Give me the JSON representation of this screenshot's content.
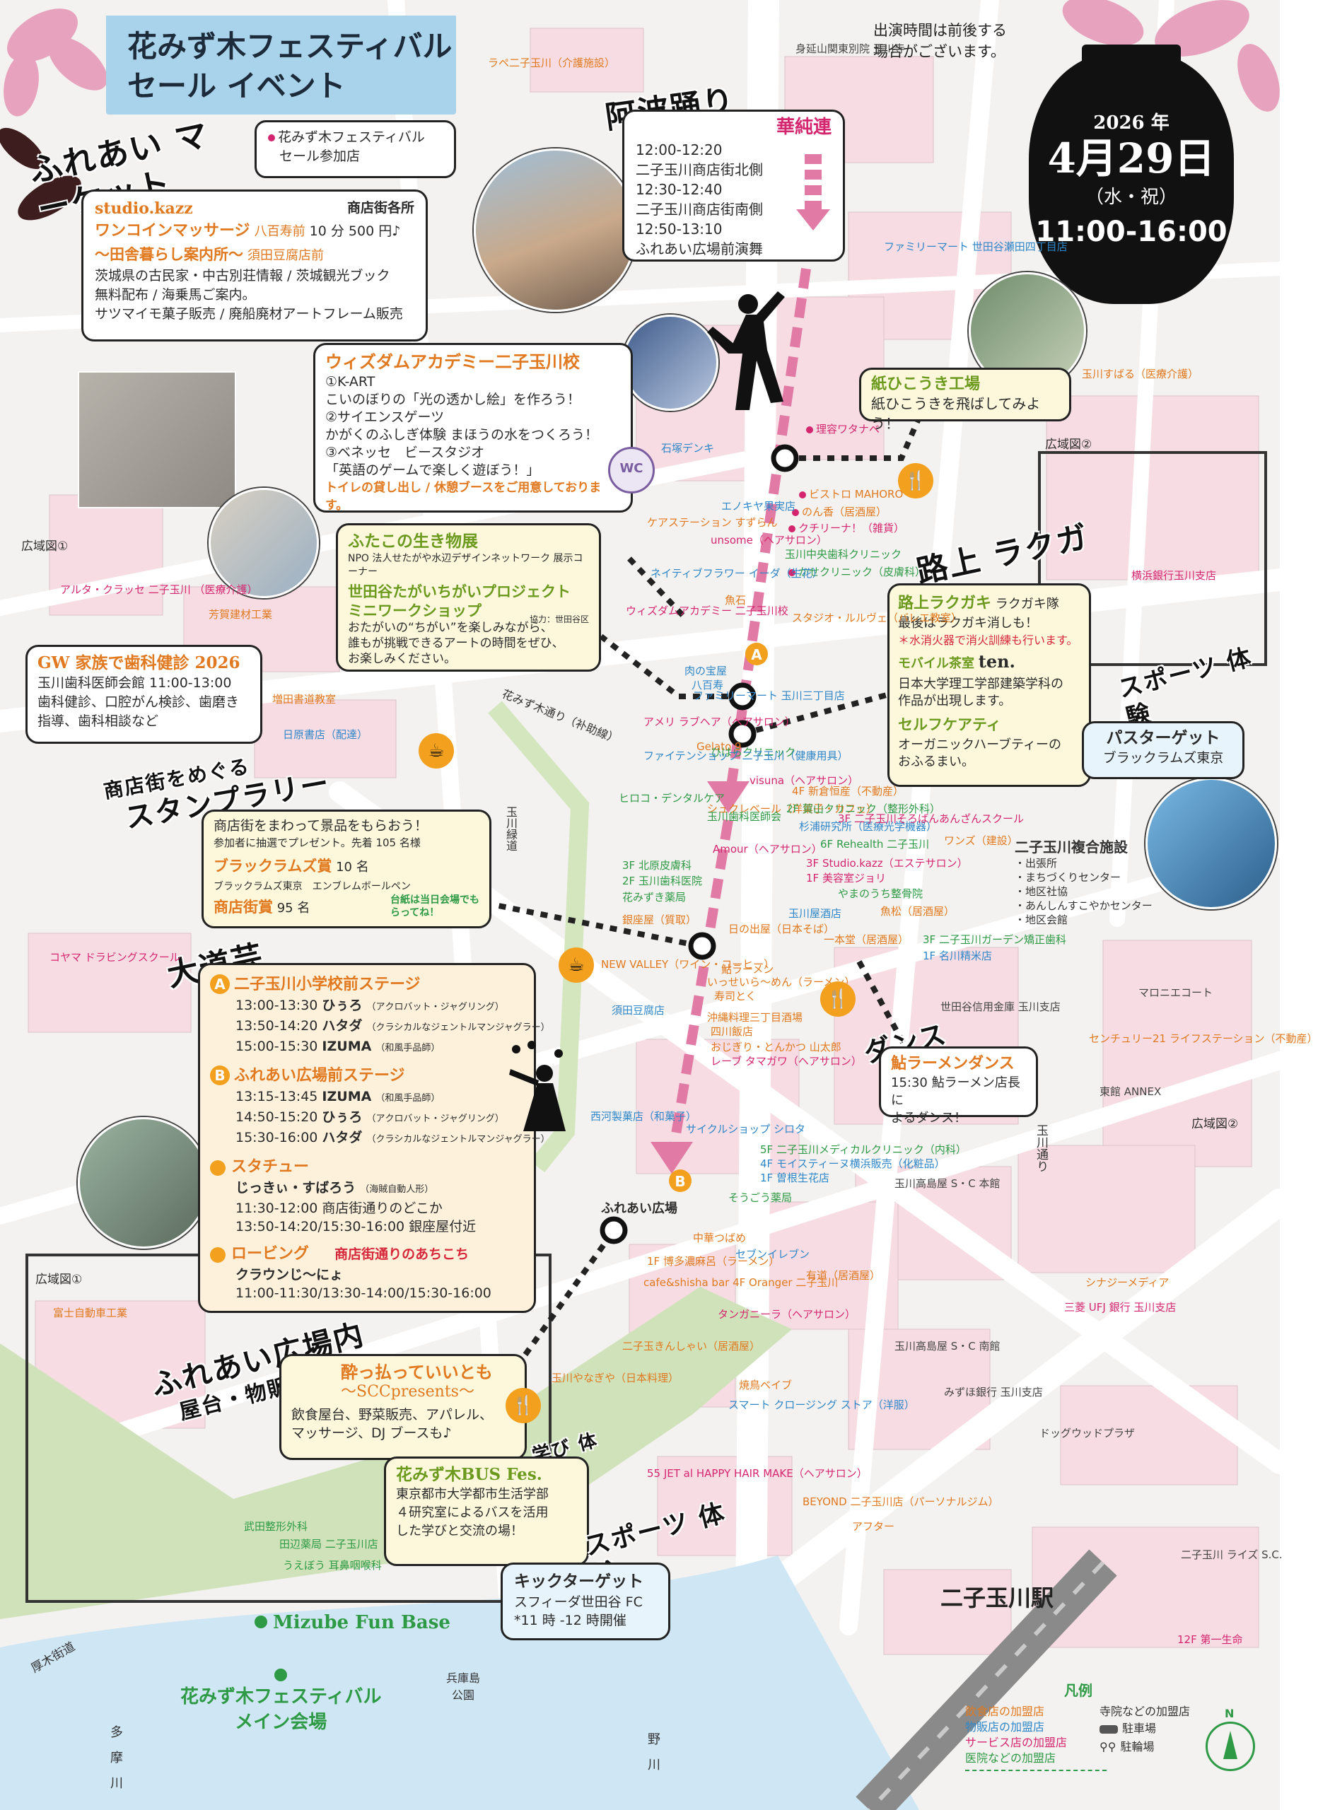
{
  "title": {
    "line1": "花みず木フェスティバル",
    "line2": "セール イベント"
  },
  "lantern": {
    "year": "2026 年",
    "date": "4月29日",
    "weekday": "（水・祝）",
    "time": "11:00-16:00"
  },
  "notice": {
    "line1": "出演時間は前後する",
    "line2": "場合がございます。"
  },
  "legend_participant": {
    "line1": "花みず木フェスティバル",
    "line2": "セール参加店"
  },
  "fureai_market": {
    "title": "ふれあい マーケット",
    "location": "商店街各所",
    "item1_name": "studio.kazz",
    "item1_sub": "ワンコインマッサージ",
    "item1_shop": "八百寿前",
    "item1_price": "10 分 500 円♪",
    "item2_name": "〜田舎暮らし案内所〜",
    "item2_shop": "須田豆腐店前",
    "lines": [
      "茨城県の古民家・中古別荘情報 / 茨城観光ブック",
      "無料配布 / 海乗馬ご案内。",
      "サツマイモ菓子販売 / 廃船廃材アートフレーム販売"
    ]
  },
  "awa_odori": {
    "title": "阿波踊り",
    "group": "華純連",
    "lines": [
      "12:00-12:20",
      "二子玉川商店街北側",
      "12:30-12:40",
      "二子玉川商店街南側",
      "12:50-13:10",
      "ふれあい広場前演舞"
    ]
  },
  "wisdom": {
    "title": "ウィズダムアカデミー二子玉川校",
    "lines": [
      "①K-ART",
      "こいのぼりの「光の透かし絵」を作ろう！",
      "②サイエンスゲーツ",
      "かがくのふしぎ体験 まほうの水をつくろう！",
      "③ベネッセ　ビースタジオ",
      "「英語のゲームで楽しく遊ぼう！」"
    ],
    "note": "トイレの貸し出し / 休憩ブースをご用意しております。",
    "wc": "WC"
  },
  "kamihikouki": {
    "title": "紙ひこうき工場",
    "text": "紙ひこうきを飛ばしてみよう！"
  },
  "futako": {
    "title": "ふたこの生き物展",
    "sub": "NPO 法人せたがや水辺デザインネットワーク 展示コーナー",
    "title2": "世田谷たがいちがいプロジェクト ミニワークショップ",
    "coop": "協力：世田谷区",
    "lines": [
      "おたがいの“ちがい”を楽しみながら、",
      "誰もが挑戦できるアートの時間をぜひ、",
      "お楽しみください。"
    ]
  },
  "gw": {
    "title": "GW 家族で歯科健診 2026",
    "lines": [
      "玉川歯科医師会館 11:00-13:00",
      "歯科健診、口腔がん検診、歯磨き",
      "指導、歯科相談など"
    ]
  },
  "rakugaki": {
    "brush": "路上 ラクガキ",
    "title": "路上ラクガキ",
    "group": "ラクガキ隊",
    "line1": "最後はラクガキ消しも！",
    "line2": "＊水消火器で消火訓練も行います。",
    "cafe_label": "モバイル茶室",
    "cafe_name": "ten.",
    "cafe_lines": [
      "日本大学理工学部建築学科の",
      "作品が出現します。"
    ],
    "self_title": "セルフケアティ",
    "self_lines": [
      "オーガニックハーブティーの",
      "おふるまい。"
    ]
  },
  "sports1": {
    "brush": "スポーツ 体験",
    "title": "パスターゲット",
    "text": "ブラックラムズ東京"
  },
  "stamp": {
    "brush1": "商店街をめぐる",
    "brush2": "スタンプラリー",
    "line1": "商店街をまわって景品をもらおう！",
    "line2": "参加者に抽選でプレゼント。先着 105 名様",
    "prize1": "ブラックラムズ賞",
    "prize1_n": "10 名",
    "prize1_sub": "ブラックラムズ東京　エンブレムボールペン",
    "prize2": "商店街賞",
    "prize2_n": "95 名",
    "note": "台紙は当日会場でもらってね！"
  },
  "daidougei": {
    "brush": "大道芸",
    "stageA": "二子玉川小学校前ステージ",
    "badgeA": "A",
    "a_rows": [
      {
        "time": "13:00-13:30",
        "name": "ひぅろ",
        "note": "（アクロバット・ジャグリング）"
      },
      {
        "time": "13:50-14:20",
        "name": "ハタダ",
        "note": "（クラシカルなジェントルマンジャグラー）"
      },
      {
        "time": "15:00-15:30",
        "name": "IZUMA",
        "note": "（和風手品師）"
      }
    ],
    "stageB": "ふれあい広場前ステージ",
    "badgeB": "B",
    "b_rows": [
      {
        "time": "13:15-13:45",
        "name": "IZUMA",
        "note": "（和風手品師）"
      },
      {
        "time": "14:50-15:20",
        "name": "ひぅろ",
        "note": "（アクロバット・ジャグリング）"
      },
      {
        "time": "15:30-16:00",
        "name": "ハタダ",
        "note": "（クラシカルなジェントルマンジャグラー）"
      }
    ],
    "statue": "スタチュー",
    "statue_name": "じっきぃ・すばろう",
    "statue_note": "（海賊自動人形）",
    "statue_l1": "11:30-12:00 商店街通りのどこか",
    "statue_l2": "13:50-14:20/15:30-16:00 銀座屋付近",
    "roving": "ロービング",
    "roving_where": "商店街通りのあちこち",
    "roving_name": "クラウンじ〜にょ",
    "roving_time": "11:00-11:30/13:30-14:00/15:30-16:00"
  },
  "ramen": {
    "brush": "ダンス",
    "title": "鮎ラーメンダンス",
    "lines": [
      "15:30 鮎ラーメン店長に",
      "よるダンス！"
    ]
  },
  "fureai_hiroba": {
    "brush1": "ふれあい広場内",
    "brush2": "屋台・物販・DJ",
    "title": "酔っ払っていいとも",
    "sub": "〜SCCpresents〜",
    "lines": [
      "飲食屋台、野菜販売、アパレル、",
      "マッサージ、DJ ブースも♪"
    ]
  },
  "bus": {
    "brush": "学び 体験",
    "title": "花みず木BUS Fes.",
    "lines": [
      "東京都市大学都市生活学部",
      "４研究室によるバスを活用",
      "した学びと交流の場！"
    ]
  },
  "sports2": {
    "brush": "スポーツ 体験",
    "title": "キックターゲット",
    "lines": [
      "スフィーダ世田谷 FC",
      "*11 時 -12 時開催"
    ]
  },
  "complex": {
    "title": "二子玉川複合施設",
    "items": [
      "・出張所",
      "・まちづくりセンター",
      "・地区社協",
      "・あんしんすこやかセンター",
      "・地区会館"
    ]
  },
  "places": {
    "mizube": "Mizube Fun Base",
    "main1": "花みず木フェスティバル",
    "main2": "メイン会場",
    "station": "二子玉川駅",
    "hiroba": "ふれあい広場",
    "kouiki1": "広域図①",
    "kouiki2": "広域図②",
    "kouiki1b": "広域図①",
    "kouiki2b": "広域図②",
    "road_tamagawa": "玉川通り",
    "road_atsugi": "厚木街道",
    "river": "多　摩　川",
    "nogawa": "野　川",
    "hyogo": "兵庫島 公園",
    "hanamizuki_road": "花みず木通り（补助線）",
    "tamagawa_ryokudo": "玉川緑道"
  },
  "shops_left": [
    {
      "t": "ラペ二子玉川（介護施設）",
      "c": "orange"
    },
    {
      "t": "身延山関東別院 玉川寺",
      "c": "dark"
    },
    {
      "t": "アルタ・クラッセ 二子玉川 （医療介護）",
      "c": "pink"
    },
    {
      "t": "芳賀建材工業",
      "c": "orange"
    },
    {
      "t": "増田書道教室",
      "c": "orange"
    },
    {
      "t": "日原書店（配達）",
      "c": "blue"
    },
    {
      "t": "コヤマ ドラビングスクール",
      "c": "pink"
    },
    {
      "t": "富士自動車工業",
      "c": "orange"
    },
    {
      "t": "武田整形外科",
      "c": "green"
    },
    {
      "t": "田辺薬局 二子玉川店",
      "c": "green"
    },
    {
      "t": "うえぼう 耳鼻咽喉科",
      "c": "green"
    }
  ],
  "shops_center": [
    {
      "t": "理容ワタナベ",
      "c": "pink",
      "d": true
    },
    {
      "t": "石塚デンキ",
      "c": "blue"
    },
    {
      "t": "ビストロ MAHORO",
      "c": "orange",
      "d": true
    },
    {
      "t": "のん香（居酒屋）",
      "c": "orange",
      "d": true
    },
    {
      "t": "エノキヤ果実店",
      "c": "blue"
    },
    {
      "t": "クチリーナ！（雑貨）",
      "c": "pink",
      "d": true
    },
    {
      "t": "ケアステーション すずらん",
      "c": "orange"
    },
    {
      "t": "unsome（ヘアサロン）",
      "c": "pink"
    },
    {
      "t": "玉川中央歯科クリニック",
      "c": "green"
    },
    {
      "t": "かせクリニック（皮膚科）",
      "c": "green",
      "d": true
    },
    {
      "t": "ネイティブフラワー イーダ（生花）",
      "c": "blue"
    },
    {
      "t": "魚石",
      "c": "orange"
    },
    {
      "t": "スタジオ・ルルヴェ（バレエ教室）",
      "c": "orange"
    },
    {
      "t": "ウィズダムアカデミー 二子玉川校",
      "c": "pink"
    },
    {
      "t": "肉の宝屋",
      "c": "blue"
    },
    {
      "t": "八百寿",
      "c": "blue"
    },
    {
      "t": "アメリ ラブヘア（ヘアサロン）",
      "c": "pink"
    },
    {
      "t": "Gelato 9",
      "c": "orange"
    },
    {
      "t": "ファミリーマート 玉川三丁目店",
      "c": "blue"
    },
    {
      "t": "ひはらクリニック",
      "c": "green"
    },
    {
      "t": "ファイテンショップ 二子玉川（健康用具）",
      "c": "blue"
    },
    {
      "t": "ヒロコ・デンタルケア",
      "c": "green"
    },
    {
      "t": "シュクレベール（洋菓子・カフェ）",
      "c": "orange"
    },
    {
      "t": "visuna（ヘアサロン）",
      "c": "pink"
    },
    {
      "t": "4F 新倉恒産（不動産）",
      "c": "orange"
    },
    {
      "t": "2F 賀山クリニック（整形外科）",
      "c": "green"
    },
    {
      "t": "玉川歯科医師会",
      "c": "green"
    },
    {
      "t": "杉浦研究所（医療光学機器）",
      "c": "blue"
    },
    {
      "t": "3F 二子玉川そろばんあんざんスクール",
      "c": "pink"
    },
    {
      "t": "6F Rehealth 二子玉川",
      "c": "green"
    },
    {
      "t": "3F Studio.kazz（エステサロン）",
      "c": "pink"
    },
    {
      "t": "1F 美容室ジョリ",
      "c": "pink"
    },
    {
      "t": "ワンズ（建設）",
      "c": "orange"
    },
    {
      "t": "Amour（ヘアサロン）",
      "c": "pink"
    },
    {
      "t": "3F 北原皮膚科",
      "c": "green"
    },
    {
      "t": "2F 玉川歯科医院",
      "c": "green"
    },
    {
      "t": "花みずき薬局",
      "c": "green"
    },
    {
      "t": "やまのうち整骨院",
      "c": "green"
    },
    {
      "t": "玉川屋酒店",
      "c": "blue"
    },
    {
      "t": "魚松（居酒屋）",
      "c": "orange"
    },
    {
      "t": "銀座屋（質取）",
      "c": "orange"
    },
    {
      "t": "日の出屋（日本そば）",
      "c": "orange"
    },
    {
      "t": "3F 二子玉川ガーデン矯正歯科",
      "c": "green"
    },
    {
      "t": "1F 名川精米店",
      "c": "blue"
    },
    {
      "t": "NEW VALLEY（ワイン・コーヒー）",
      "c": "orange"
    },
    {
      "t": "一本堂（居酒屋）",
      "c": "orange"
    },
    {
      "t": "鮎ラーメン",
      "c": "orange"
    },
    {
      "t": "いっせいら〜めん（ラーメン）",
      "c": "orange"
    },
    {
      "t": "寿司とく",
      "c": "orange"
    },
    {
      "t": "須田豆腐店",
      "c": "blue"
    },
    {
      "t": "沖縄料理三丁目酒場",
      "c": "orange"
    },
    {
      "t": "四川飯店",
      "c": "orange"
    },
    {
      "t": "おじぎり・とんかつ 山太郎",
      "c": "orange"
    },
    {
      "t": "レーブ タマガワ（ヘアサロン）",
      "c": "pink"
    },
    {
      "t": "西河製菓店（和菓子）",
      "c": "blue"
    },
    {
      "t": "サイクルショップ シロタ",
      "c": "blue"
    },
    {
      "t": "5F 二子玉川メディカルクリニック（内科）",
      "c": "green"
    },
    {
      "t": "4F モイスティーヌ横浜販売（化粧品）",
      "c": "blue"
    },
    {
      "t": "1F 曽根生花店",
      "c": "blue"
    },
    {
      "t": "そうごう薬局",
      "c": "green"
    },
    {
      "t": "中華つばめ",
      "c": "orange"
    },
    {
      "t": "セブンイレブン",
      "c": "blue"
    },
    {
      "t": "1F 博多濃麻呂（ラーメン）",
      "c": "orange"
    },
    {
      "t": "cafe&shisha bar 4F Oranger 二子玉川",
      "c": "orange"
    },
    {
      "t": "有道（居酒屋）",
      "c": "orange"
    },
    {
      "t": "タンガニーラ（ヘアサロン）",
      "c": "pink"
    },
    {
      "t": "二子玉きんしゃい（居酒屋）",
      "c": "orange"
    },
    {
      "t": "玉川やなぎや（日本料理）",
      "c": "orange"
    },
    {
      "t": "焼鳥ベイブ",
      "c": "orange"
    },
    {
      "t": "スマート クロージング ストア（洋服）",
      "c": "blue"
    },
    {
      "t": "55 JET al HAPPY HAIR MAKE（ヘアサロン）",
      "c": "pink"
    },
    {
      "t": "BEYOND 二子玉川店（パーソナルジム）",
      "c": "orange"
    },
    {
      "t": "アフター",
      "c": "orange"
    }
  ],
  "shops_right": [
    {
      "t": "ファミリーマート 世田谷瀬田四丁目店",
      "c": "blue"
    },
    {
      "t": "玉川すばる（医療介護）",
      "c": "orange"
    },
    {
      "t": "横浜銀行玉川支店",
      "c": "pink"
    },
    {
      "t": "世田谷信用金庫 玉川支店",
      "c": "dark"
    },
    {
      "t": "マロニエコート",
      "c": "dark"
    },
    {
      "t": "センチュリー21 ライフステーション（不動産）",
      "c": "orange"
    },
    {
      "t": "東館 ANNEX",
      "c": "dark"
    },
    {
      "t": "玉川高島屋 S・C 本館",
      "c": "dark"
    },
    {
      "t": "シナジーメディア",
      "c": "orange"
    },
    {
      "t": "三菱 UFJ 銀行 玉川支店",
      "c": "pink"
    },
    {
      "t": "玉川高島屋 S・C 南館",
      "c": "dark"
    },
    {
      "t": "みずほ銀行 玉川支店",
      "c": "dark"
    },
    {
      "t": "ドッグウッドプラザ",
      "c": "dark"
    },
    {
      "t": "二子玉川 ライズ S.C.",
      "c": "dark"
    },
    {
      "t": "12F 第一生命",
      "c": "pink"
    }
  ],
  "legend": {
    "title": "凡例",
    "items": [
      {
        "t": "飲食店の加盟店",
        "c": "orange"
      },
      {
        "t": "物販店の加盟店",
        "c": "blue"
      },
      {
        "t": "サービス店の加盟店",
        "c": "pink"
      },
      {
        "t": "医院などの加盟店",
        "c": "green"
      }
    ],
    "temple": "寺院などの加盟店",
    "parking": "駐車場",
    "bike": "駐輪場",
    "north": "N"
  },
  "colors": {
    "accent_orange": "#e0791f",
    "pink_route": "#e27aa6",
    "food": "#e0791f",
    "retail": "#2f86c8",
    "service": "#d4266f",
    "medical": "#2e9a45"
  }
}
